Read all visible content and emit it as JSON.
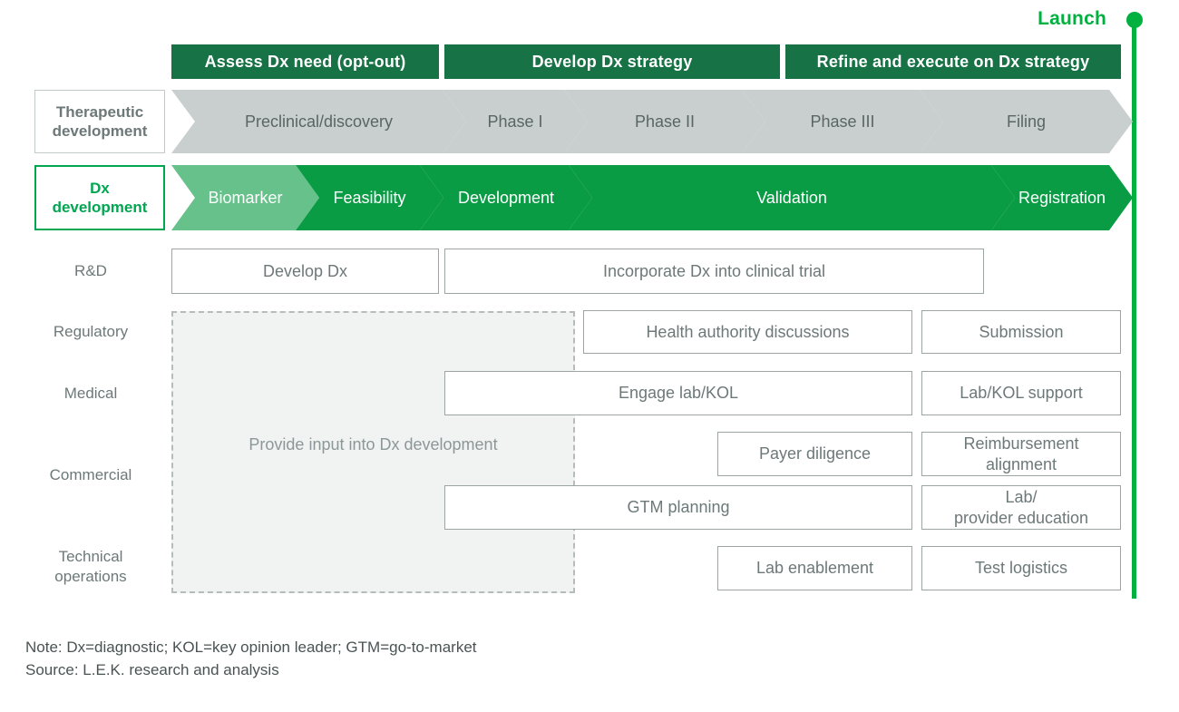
{
  "launch": {
    "label": "Launch",
    "marker_color": "#00b140"
  },
  "banners": [
    {
      "label": "Assess Dx need (opt-out)"
    },
    {
      "label": "Develop Dx strategy"
    },
    {
      "label": "Refine and execute on Dx strategy"
    }
  ],
  "tracks": [
    {
      "name": "therapeutic-development",
      "label": "Therapeutic development",
      "label_line1": "Therapeutic",
      "label_line2": "development",
      "color": "#c9cfce",
      "stages": [
        {
          "label": "Preclinical/discovery"
        },
        {
          "label": "Phase I"
        },
        {
          "label": "Phase II"
        },
        {
          "label": "Phase III"
        },
        {
          "label": "Filing"
        }
      ]
    },
    {
      "name": "dx-development",
      "label": "Dx development",
      "label_line1": "Dx",
      "label_line2": "development",
      "color": "#0a9c45",
      "accent": "#66c28a",
      "stages": [
        {
          "label": "Biomarker"
        },
        {
          "label": "Feasibility"
        },
        {
          "label": "Development"
        },
        {
          "label": "Validation"
        },
        {
          "label": "Registration"
        }
      ]
    }
  ],
  "function_rows": [
    {
      "label": "R&D"
    },
    {
      "label": "Regulatory"
    },
    {
      "label": "Medical"
    },
    {
      "label": "Commercial"
    },
    {
      "label": "Technical operations",
      "line1": "Technical",
      "line2": "operations"
    }
  ],
  "shared_block": {
    "label": "Provide input into Dx development"
  },
  "activities": [
    {
      "name": "develop-dx",
      "label": "Develop Dx"
    },
    {
      "name": "incorporate-dx",
      "label": "Incorporate Dx into clinical trial"
    },
    {
      "name": "health-authority-discussions",
      "label": "Health authority discussions"
    },
    {
      "name": "submission",
      "label": "Submission"
    },
    {
      "name": "engage-lab-kol",
      "label": "Engage lab/KOL"
    },
    {
      "name": "lab-kol-support",
      "label": "Lab/KOL support"
    },
    {
      "name": "payer-diligence",
      "label": "Payer diligence"
    },
    {
      "name": "reimbursement-alignment",
      "label": "Reimbursement alignment",
      "line1": "Reimbursement",
      "line2": "alignment"
    },
    {
      "name": "gtm-planning",
      "label": "GTM planning"
    },
    {
      "name": "lab-provider-education",
      "label": "Lab/ provider education",
      "line1": "Lab/",
      "line2": "provider education"
    },
    {
      "name": "lab-enablement",
      "label": "Lab enablement"
    },
    {
      "name": "test-logistics",
      "label": "Test logistics"
    }
  ],
  "footnotes": {
    "note": "Note: Dx=diagnostic; KOL=key opinion leader; GTM=go-to-market",
    "source": "Source: L.E.K. research and analysis"
  },
  "colors": {
    "banner_green": "#177245",
    "chevron_green": "#0a9c45",
    "chevron_green_light": "#66c28a",
    "chevron_grey": "#c9cfce",
    "launch_green": "#00b140",
    "text_grey": "#6d7878",
    "shared_fill": "#f0f3f2",
    "border_grey": "#9aa5a4"
  }
}
